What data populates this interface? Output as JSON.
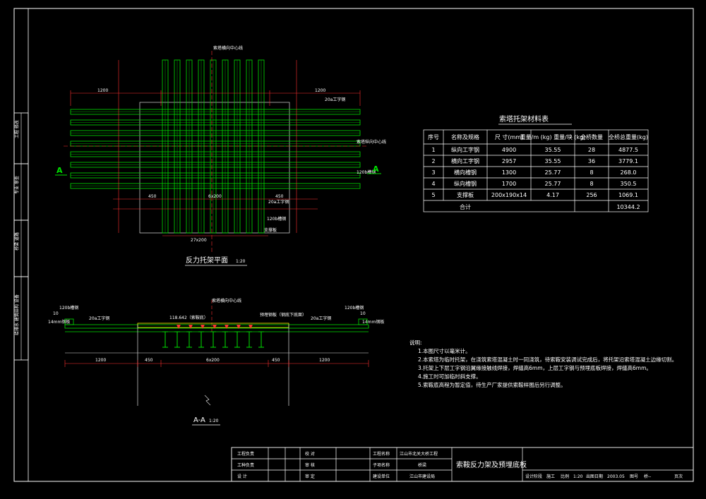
{
  "sidebar": {
    "labels": [
      "工程 修改",
      "专业 审查",
      "桥梁 道路",
      "给排水 建筑结构 设备"
    ]
  },
  "plan": {
    "title": "反力托架平面",
    "scale": "1:20",
    "top_center_label": "索塔横向中心线",
    "right_center_label": "索塔纵向中心线",
    "label_20a": "20a工字钢",
    "label_120b": "120b槽钢",
    "label_right_120b": "120b槽钢",
    "label_support": "支撑板",
    "label_20a_bottom": "20a工字钢",
    "section_mark": "A",
    "dim_left": "1200",
    "dim_right": "1200",
    "dim_center": "6x200",
    "dim_450_left": "450",
    "dim_450_right": "450",
    "dim_bottom": "27x200"
  },
  "section": {
    "title": "A-A",
    "scale": "1:20",
    "center_label": "索塔横向中心线",
    "elevation_label": "118.642（索鞍底）",
    "rebar_label": "预埋钢板（钢底下底面）",
    "left_120b": "120b槽钢",
    "right_120b": "120b槽钢",
    "left_20a": "20a工字钢",
    "right_20a": "20a工字钢",
    "left_plate": "14mm钢板",
    "right_plate": "14mm钢板",
    "left_10": "10",
    "right_10": "10",
    "dims": [
      "1200",
      "450",
      "6x200",
      "450",
      "1200"
    ]
  },
  "table": {
    "title": "索塔托架材料表",
    "headers": [
      "序号",
      "名称及规格",
      "尺 寸(mm)",
      "重量/m (kg) 重量/块 (kg)",
      "全桥数量",
      "全桥总重量(kg)"
    ],
    "rows": [
      [
        "1",
        "纵向工字钢",
        "4900",
        "35.55",
        "28",
        "4877.5"
      ],
      [
        "2",
        "横向工字钢",
        "2957",
        "35.55",
        "36",
        "3779.1"
      ],
      [
        "3",
        "横向槽钢",
        "1300",
        "25.77",
        "8",
        "268.0"
      ],
      [
        "4",
        "纵向槽钢",
        "1700",
        "25.77",
        "8",
        "350.5"
      ],
      [
        "5",
        "支撑板",
        "200x190x14",
        "4.17",
        "256",
        "1069.1"
      ]
    ],
    "total_label": "合计",
    "total_value": "10344.2"
  },
  "notes": {
    "heading": "说明:",
    "items": [
      "1.本图尺寸以毫米计。",
      "2.本索塔为临时托架，在浇筑索塔混凝土时一同浇筑，待索鞍安装调试完成后，将托架沿索塔混凝土边缘切割。",
      "3.托架上下层工字钢沿翼缘接触线焊接，焊缝高6mm，上层工字钢与预埋底板焊接，焊缝高6mm。",
      "4.施工时可加临时斜支撑。",
      "5.索鞍底高程为暂定值，待生产厂家提供索鞍样图后另行调整。"
    ]
  },
  "titleblock": {
    "r1": [
      "工程负责",
      "",
      "校 对",
      "",
      "工程名称",
      "江山市北关大桥工程"
    ],
    "r2": [
      "工种负责",
      "",
      "审 核",
      "",
      "子项名称",
      "桥梁"
    ],
    "r3": [
      "设 计",
      "",
      "审 定",
      "",
      "建设单位",
      "江山市建设局"
    ],
    "drawing_title": "索鞍反力架及预埋底板",
    "stage_label": "设计阶段",
    "stage_value": "施工",
    "scale_label": "比例",
    "scale_value": "1:20",
    "date_label": "出图日期",
    "date_value": "2003.05",
    "num_label": "图号",
    "num_value": "桥--",
    "pages_label": "页次"
  },
  "colors": {
    "green": "#00e000",
    "red": "#ff3030",
    "white": "#ffffff",
    "yellow": "#ffff00"
  }
}
